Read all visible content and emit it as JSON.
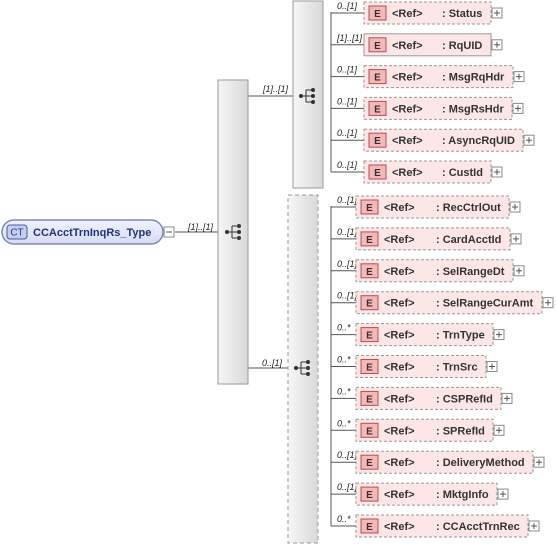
{
  "root": {
    "badge": "CT",
    "name": "CCAcctTrnInqRs_Type",
    "occurrence": "[1]..[1]"
  },
  "sequence_top": {
    "occurrence": "[1]..[1]"
  },
  "choice_group": {
    "occurrence": "0..[1]"
  },
  "element_badge": "E",
  "ref_label": "<Ref>",
  "top_elements": [
    {
      "occurrence": "0..[1]",
      "name": ": Status",
      "optional": true,
      "expandable": true
    },
    {
      "occurrence": "[1]..[1]",
      "name": ": RqUID",
      "optional": false,
      "expandable": true
    },
    {
      "occurrence": "0..[1]",
      "name": ": MsgRqHdr",
      "optional": true,
      "expandable": true
    },
    {
      "occurrence": "0..[1]",
      "name": ": MsgRsHdr",
      "optional": true,
      "expandable": true
    },
    {
      "occurrence": "0..[1]",
      "name": ": AsyncRqUID",
      "optional": true,
      "expandable": true
    },
    {
      "occurrence": "0..[1]",
      "name": ": CustId",
      "optional": true,
      "expandable": true
    }
  ],
  "bottom_elements": [
    {
      "occurrence": "0..[1]",
      "name": ": RecCtrlOut",
      "optional": true,
      "expandable": true
    },
    {
      "occurrence": "0..[1]",
      "name": ": CardAcctId",
      "optional": true,
      "expandable": true
    },
    {
      "occurrence": "0..[1]",
      "name": ": SelRangeDt",
      "optional": true,
      "expandable": true
    },
    {
      "occurrence": "0..[1]",
      "name": ": SelRangeCurAmt",
      "optional": true,
      "expandable": true
    },
    {
      "occurrence": "0..*",
      "name": ": TrnType",
      "optional": true,
      "expandable": true
    },
    {
      "occurrence": "0..*",
      "name": ": TrnSrc",
      "optional": true,
      "expandable": true
    },
    {
      "occurrence": "0..*",
      "name": ": CSPRefId",
      "optional": true,
      "expandable": true
    },
    {
      "occurrence": "0..*",
      "name": ": SPRefId",
      "optional": true,
      "expandable": true
    },
    {
      "occurrence": "0..[1]",
      "name": ": DeliveryMethod",
      "optional": true,
      "expandable": true
    },
    {
      "occurrence": "0..[1]",
      "name": ": MktgInfo",
      "optional": true,
      "expandable": true
    },
    {
      "occurrence": "0..*",
      "name": ": CCAcctTrnRec",
      "optional": true,
      "expandable": true
    }
  ],
  "colors": {
    "element_fill": "#fde6e6",
    "element_border": "#999999",
    "badge_fill": "#f4b8b8",
    "badge_border": "#b05050",
    "compositor_fill": "#e6e6e6",
    "root_fill": "#e2e6f8",
    "root_border": "#7f88b8",
    "line": "#555555"
  }
}
